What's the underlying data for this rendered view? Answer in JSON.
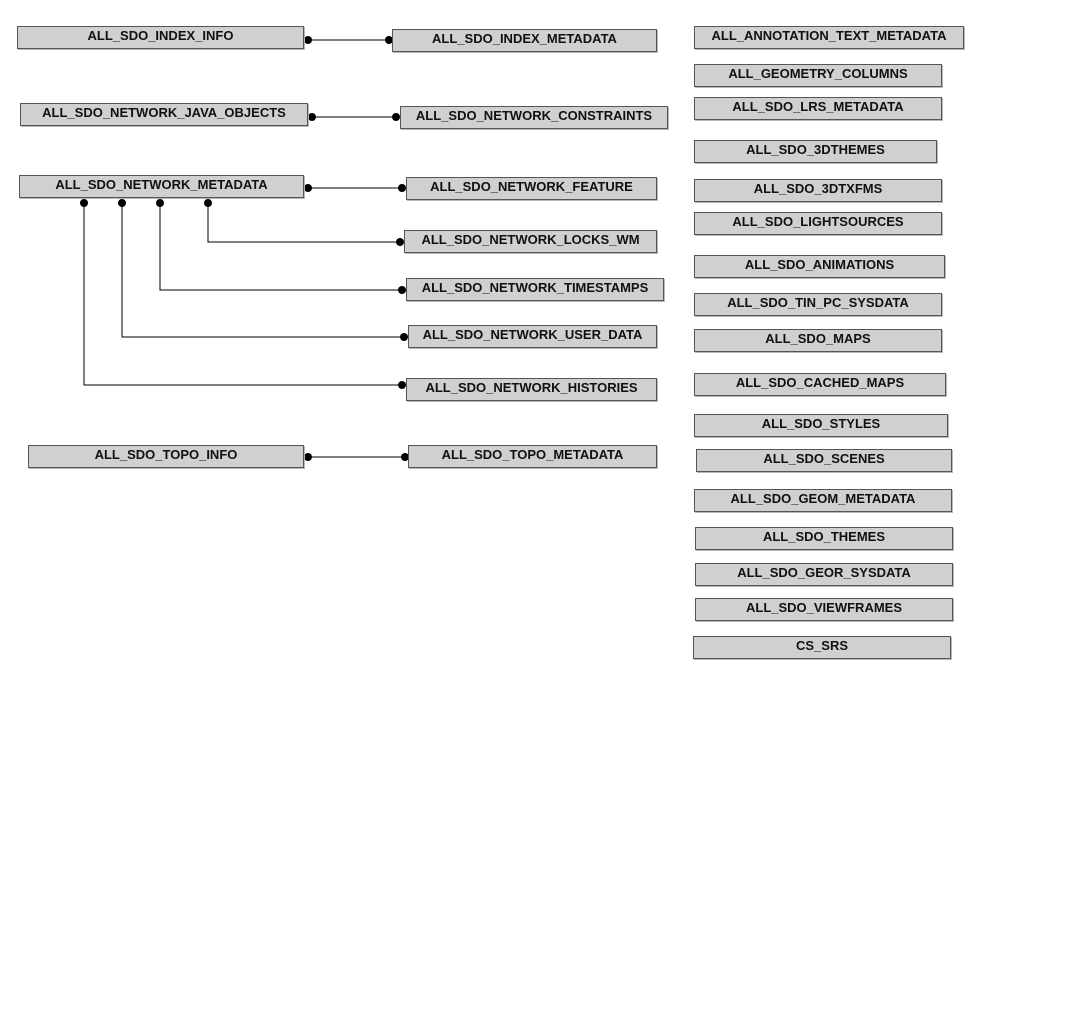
{
  "colors": {
    "box_fill": "#d0d0d0",
    "box_border": "#555555",
    "line": "#000000",
    "text": "#111111",
    "background": "#ffffff"
  },
  "entities": {
    "all_sdo_index_info": "ALL_SDO_INDEX_INFO",
    "all_sdo_index_metadata": "ALL_SDO_INDEX_METADATA",
    "all_sdo_network_java_objects": "ALL_SDO_NETWORK_JAVA_OBJECTS",
    "all_sdo_network_constraints": "ALL_SDO_NETWORK_CONSTRAINTS",
    "all_sdo_network_metadata": "ALL_SDO_NETWORK_METADATA",
    "all_sdo_network_feature": "ALL_SDO_NETWORK_FEATURE",
    "all_sdo_network_locks_wm": "ALL_SDO_NETWORK_LOCKS_WM",
    "all_sdo_network_timestamps": "ALL_SDO_NETWORK_TIMESTAMPS",
    "all_sdo_network_user_data": "ALL_SDO_NETWORK_USER_DATA",
    "all_sdo_network_histories": "ALL_SDO_NETWORK_HISTORIES",
    "all_sdo_topo_info": "ALL_SDO_TOPO_INFO",
    "all_sdo_topo_metadata": "ALL_SDO_TOPO_METADATA",
    "all_annotation_text_metadata": "ALL_ANNOTATION_TEXT_METADATA",
    "all_geometry_columns": "ALL_GEOMETRY_COLUMNS",
    "all_sdo_lrs_metadata": "ALL_SDO_LRS_METADATA",
    "all_sdo_3dthemes": "ALL_SDO_3DTHEMES",
    "all_sdo_3dtxfms": "ALL_SDO_3DTXFMS",
    "all_sdo_lightsources": "ALL_SDO_LIGHTSOURCES",
    "all_sdo_animations": "ALL_SDO_ANIMATIONS",
    "all_sdo_tin_pc_sysdata": "ALL_SDO_TIN_PC_SYSDATA",
    "all_sdo_maps": "ALL_SDO_MAPS",
    "all_sdo_cached_maps": "ALL_SDO_CACHED_MAPS",
    "all_sdo_styles": "ALL_SDO_STYLES",
    "all_sdo_scenes": "ALL_SDO_SCENES",
    "all_sdo_geom_metadata": "ALL_SDO_GEOM_METADATA",
    "all_sdo_themes": "ALL_SDO_THEMES",
    "all_sdo_geor_sysdata": "ALL_SDO_GEOR_SYSDATA",
    "all_sdo_viewframes": "ALL_SDO_VIEWFRAMES",
    "cs_srs": "CS_SRS"
  },
  "relationships": [
    {
      "from": "ALL_SDO_INDEX_INFO",
      "to": "ALL_SDO_INDEX_METADATA"
    },
    {
      "from": "ALL_SDO_NETWORK_JAVA_OBJECTS",
      "to": "ALL_SDO_NETWORK_CONSTRAINTS"
    },
    {
      "from": "ALL_SDO_NETWORK_METADATA",
      "to": "ALL_SDO_NETWORK_FEATURE"
    },
    {
      "from": "ALL_SDO_NETWORK_METADATA",
      "to": "ALL_SDO_NETWORK_LOCKS_WM"
    },
    {
      "from": "ALL_SDO_NETWORK_METADATA",
      "to": "ALL_SDO_NETWORK_TIMESTAMPS"
    },
    {
      "from": "ALL_SDO_NETWORK_METADATA",
      "to": "ALL_SDO_NETWORK_USER_DATA"
    },
    {
      "from": "ALL_SDO_NETWORK_METADATA",
      "to": "ALL_SDO_NETWORK_HISTORIES"
    },
    {
      "from": "ALL_SDO_TOPO_INFO",
      "to": "ALL_SDO_TOPO_METADATA"
    }
  ]
}
